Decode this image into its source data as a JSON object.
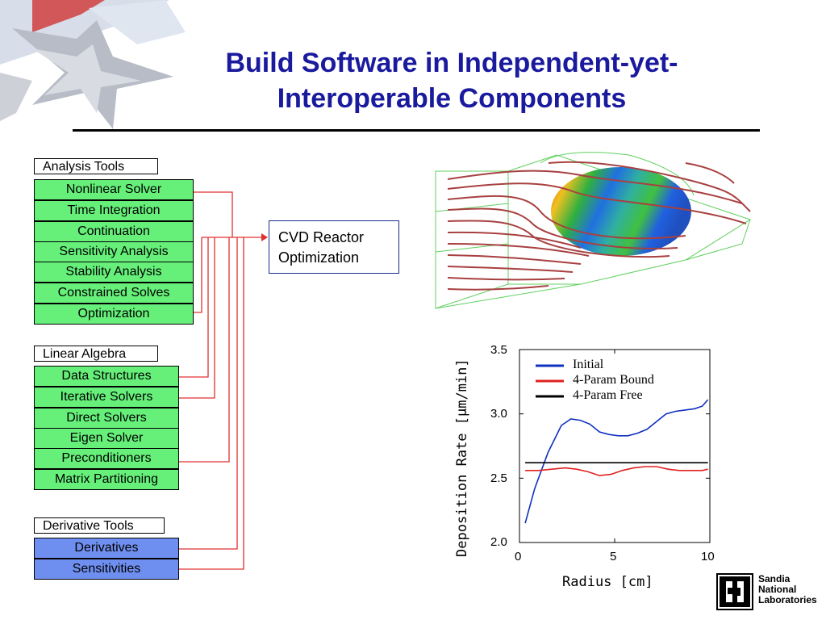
{
  "slide": {
    "title_line1": "Build Software in Independent-yet-",
    "title_line2": "Interoperable Components"
  },
  "groups": {
    "analysis": {
      "label": "Analysis Tools",
      "items": [
        "Nonlinear Solver",
        "Time Integration",
        "Continuation",
        "Sensitivity Analysis",
        "Stability Analysis",
        "Constrained Solves",
        "Optimization"
      ]
    },
    "linear": {
      "label": "Linear Algebra",
      "items": [
        "Data Structures",
        "Iterative Solvers",
        "Direct Solvers",
        "Eigen Solver",
        "Preconditioners",
        "Matrix Partitioning"
      ]
    },
    "derivative": {
      "label": "Derivative Tools",
      "items": [
        "Derivatives",
        "Sensitivities"
      ]
    }
  },
  "target": {
    "line1": "CVD Reactor",
    "line2": "Optimization"
  },
  "colors": {
    "title": "#1a1a9e",
    "green_box": "#66f07a",
    "blue_box": "#6f8ff0",
    "connector": "#e03030"
  },
  "chart_data": {
    "type": "line",
    "xlabel": "Radius [cm]",
    "ylabel": "Deposition Rate [μm/min]",
    "xlim": [
      0,
      10
    ],
    "ylim": [
      2.0,
      3.5
    ],
    "xticks": [
      "0",
      "5",
      "10"
    ],
    "yticks": [
      "2.0",
      "2.5",
      "3.0",
      "3.5"
    ],
    "legend_position": "top-left",
    "series": [
      {
        "name": "Initial",
        "color": "#1030c0",
        "x": [
          0.3,
          0.8,
          1.5,
          2.2,
          2.7,
          3.2,
          3.7,
          4.2,
          4.7,
          5.2,
          5.7,
          6.2,
          6.7,
          7.2,
          7.7,
          8.2,
          8.7,
          9.2,
          9.6,
          9.9
        ],
        "y": [
          2.15,
          2.42,
          2.7,
          2.91,
          2.96,
          2.95,
          2.92,
          2.86,
          2.84,
          2.83,
          2.83,
          2.85,
          2.88,
          2.94,
          3.0,
          3.02,
          3.03,
          3.04,
          3.06,
          3.11
        ]
      },
      {
        "name": "4-Param Bound",
        "color": "#e02020",
        "x": [
          0.3,
          1.0,
          1.7,
          2.4,
          3.0,
          3.6,
          4.2,
          4.8,
          5.4,
          6.0,
          6.6,
          7.2,
          7.8,
          8.4,
          9.0,
          9.6,
          9.9
        ],
        "y": [
          2.56,
          2.56,
          2.57,
          2.58,
          2.57,
          2.55,
          2.52,
          2.53,
          2.56,
          2.58,
          2.59,
          2.59,
          2.57,
          2.56,
          2.56,
          2.56,
          2.57
        ]
      },
      {
        "name": "4-Param Free",
        "color": "#000000",
        "x": [
          0.3,
          2.0,
          4.0,
          6.0,
          8.0,
          9.9
        ],
        "y": [
          2.62,
          2.62,
          2.62,
          2.62,
          2.62,
          2.62
        ]
      }
    ]
  },
  "logo": {
    "line1": "Sandia",
    "line2": "National",
    "line3": "Laboratories",
    "icon": "sandia-thunderbird-icon"
  }
}
